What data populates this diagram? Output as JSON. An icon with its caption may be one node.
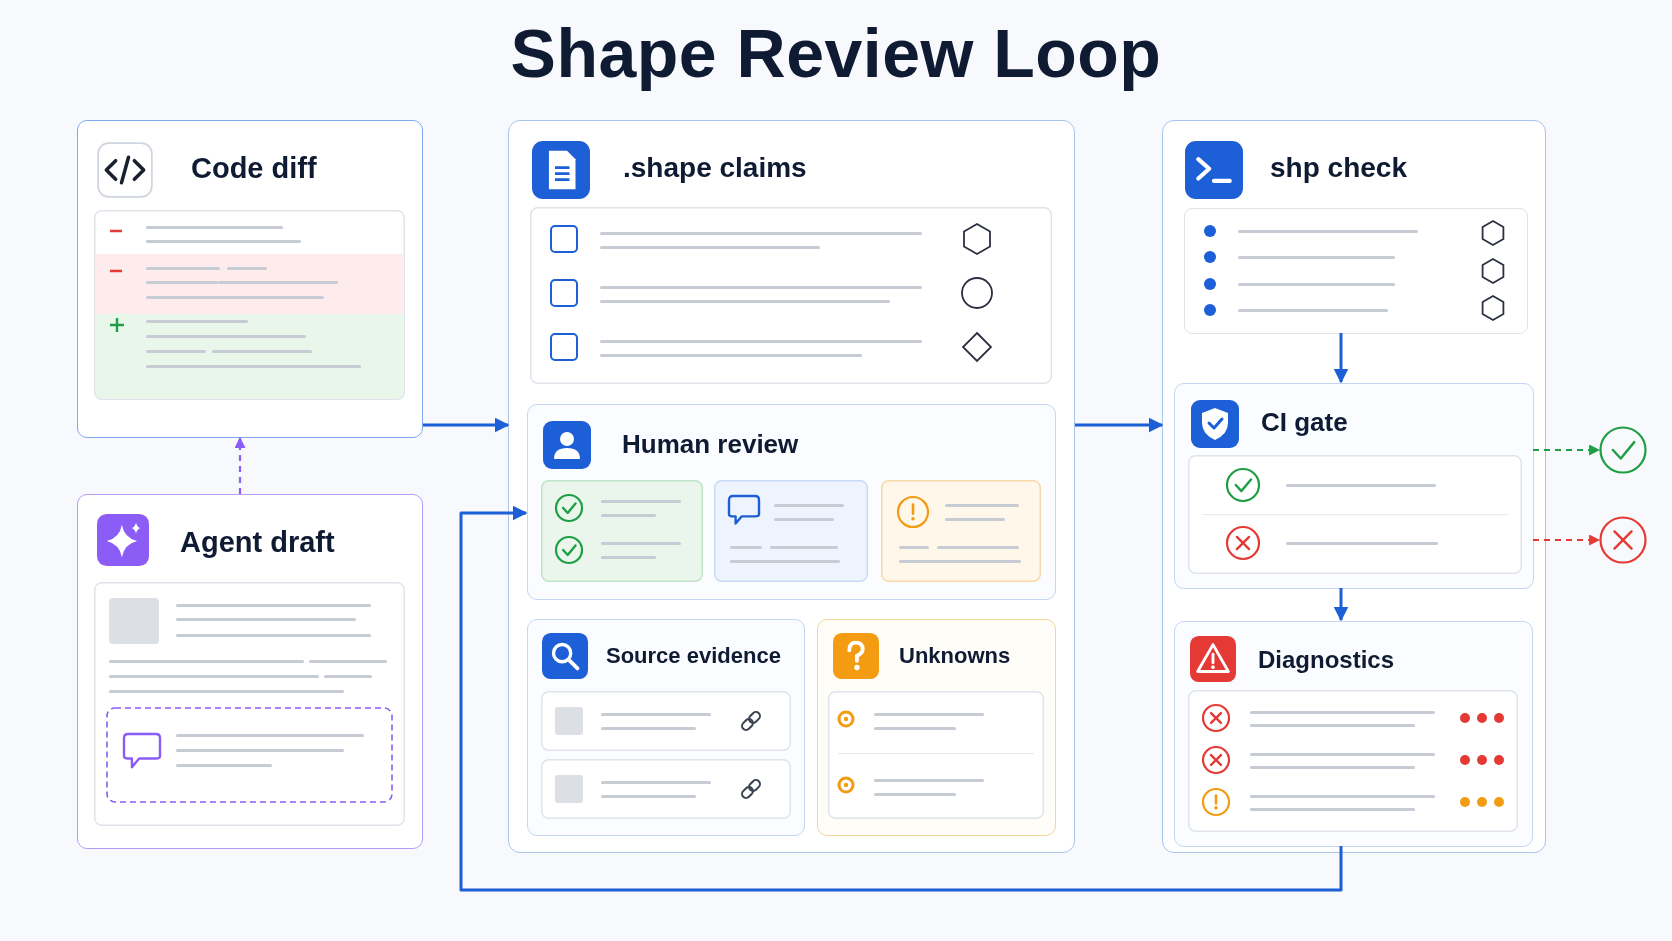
{
  "diagram": {
    "title": "Shape Review Loop",
    "nodes": [
      {
        "text": [
          "Code diff"
        ]
      },
      {
        "text": [
          "Agent draft"
        ]
      },
      {
        "text": [
          ".shape claims"
        ]
      },
      {
        "text": [
          "Human review"
        ],
        "in": 2
      },
      {
        "text": [
          "Source evidence"
        ],
        "in": 2
      },
      {
        "text": [
          "Unknowns"
        ],
        "in": 2
      },
      {
        "text": [
          "shp check"
        ]
      },
      {
        "text": [],
        "shape": "box",
        "in": 6
      },
      {
        "text": [
          "CI gate"
        ],
        "in": 6
      },
      {
        "text": [
          "Diagnostics"
        ],
        "in": 6
      },
      {
        "text": [],
        "shape": "circle"
      },
      {
        "text": [],
        "shape": "circle"
      }
    ],
    "edges": [
      {
        "from": 1,
        "to": 0,
        "arrow": "to",
        "style": "dashed",
        "color": "#8b5cf6"
      },
      {
        "from": 0,
        "to": 2,
        "arrow": "to"
      },
      {
        "from": 2,
        "to": 6,
        "arrow": "to"
      },
      {
        "from": 7,
        "to": 8,
        "arrow": "to"
      },
      {
        "from": 8,
        "to": 9,
        "arrow": "to"
      },
      {
        "from": 8,
        "to": 10,
        "arrow": "to",
        "style": "dashed",
        "color": "#1e9e45"
      },
      {
        "from": 8,
        "to": 11,
        "arrow": "to",
        "style": "dashed",
        "color": "#e53935"
      },
      {
        "from": 9,
        "to": 3,
        "arrow": "to"
      }
    ]
  }
}
